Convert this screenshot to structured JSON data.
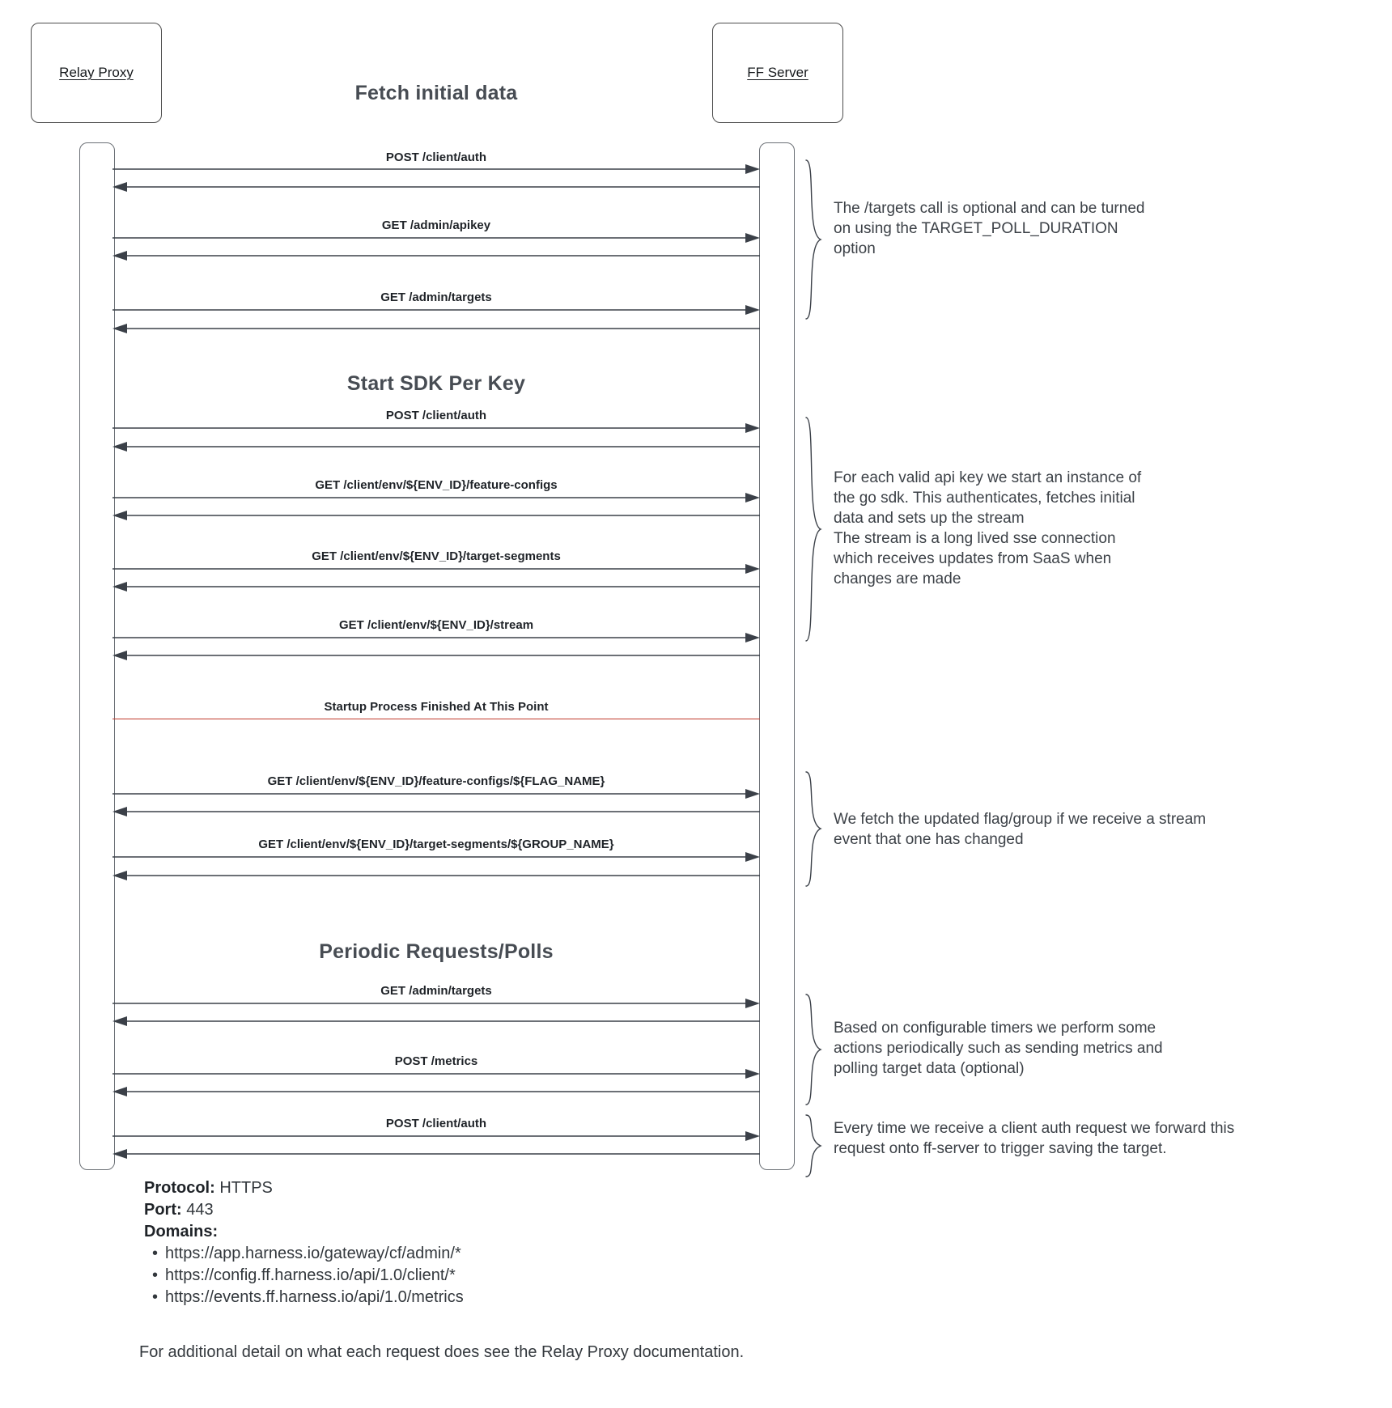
{
  "diagram": {
    "actors": [
      {
        "name": "Relay Proxy"
      },
      {
        "name": "FF Server"
      }
    ],
    "sections": [
      {
        "title": "Fetch initial data"
      },
      {
        "title": "Start SDK Per Key"
      },
      {
        "title": "Periodic Requests/Polls"
      }
    ],
    "divider_label": "Startup Process Finished At This Point",
    "messages": [
      {
        "label": "POST /client/auth"
      },
      {
        "label": "GET /admin/apikey"
      },
      {
        "label": "GET /admin/targets"
      },
      {
        "label": "POST /client/auth"
      },
      {
        "label": "GET /client/env/${ENV_ID}/feature-configs"
      },
      {
        "label": "GET /client/env/${ENV_ID}/target-segments"
      },
      {
        "label": "GET /client/env/${ENV_ID}/stream"
      },
      {
        "label": "GET /client/env/${ENV_ID}/feature-configs/${FLAG_NAME}"
      },
      {
        "label": "GET /client/env/${ENV_ID}/target-segments/${GROUP_NAME}"
      },
      {
        "label": "GET /admin/targets"
      },
      {
        "label": "POST /metrics"
      },
      {
        "label": "POST /client/auth"
      }
    ],
    "notes": [
      {
        "lines": [
          "The /targets call is optional and can be turned",
          "on using the TARGET_POLL_DURATION",
          "option"
        ]
      },
      {
        "lines": [
          "For each valid api key we start an instance of",
          "the go sdk. This authenticates, fetches initial",
          "data and sets up the stream",
          "The stream is a long lived sse connection",
          "which receives updates from SaaS when",
          "changes are made"
        ]
      },
      {
        "lines": [
          "We fetch the updated flag/group if we receive a stream",
          "event that one has changed"
        ]
      },
      {
        "lines": [
          "Based on configurable timers we perform some",
          "actions periodically such as sending metrics and",
          "polling target data (optional)"
        ]
      },
      {
        "lines": [
          "Every time we receive a client auth request we forward this",
          "request onto ff-server to trigger saving the target."
        ]
      }
    ],
    "footer": {
      "protocol_key": "Protocol:",
      "protocol_value": "HTTPS",
      "port_key": "Port:",
      "port_value": "443",
      "domains_key": "Domains:",
      "domains": [
        "https://app.harness.io/gateway/cf/admin/*",
        "https://config.ff.harness.io/api/1.0/client/*",
        "https://events.ff.harness.io/api/1.0/metrics"
      ]
    },
    "footnote": "For additional detail on what each request does see the Relay Proxy documentation.",
    "colors": {
      "divider": "#c0392b",
      "arrow": "#3b4048",
      "section_title": "#474c53",
      "note_text": "#3c4147"
    }
  }
}
